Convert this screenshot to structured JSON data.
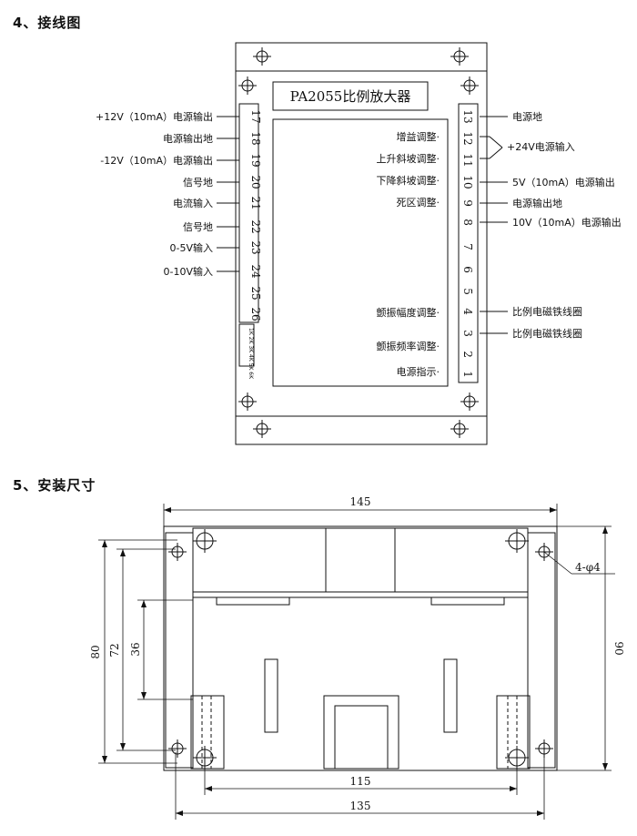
{
  "headings": {
    "wiring": "4、接线图",
    "mounting": "5、安装尺寸"
  },
  "wiring": {
    "title": "PA2055比例放大器",
    "left_pins": [
      {
        "num": "17",
        "label": "+12V（10mA）电源输出"
      },
      {
        "num": "18",
        "label": "电源输出地"
      },
      {
        "num": "19",
        "label": "-12V（10mA）电源输出"
      },
      {
        "num": "20",
        "label": "信号地"
      },
      {
        "num": "21",
        "label": "电流输入"
      },
      {
        "num": "22",
        "label": "信号地"
      },
      {
        "num": "23",
        "label": "0-5V输入"
      },
      {
        "num": "24",
        "label": "0-10V输入"
      },
      {
        "num": "25",
        "label": ""
      },
      {
        "num": "26",
        "label": ""
      }
    ],
    "right_pins": [
      {
        "num": "13",
        "label": "电源地"
      },
      {
        "num": "12",
        "label": ""
      },
      {
        "num": "11",
        "label": ""
      },
      {
        "num": "10",
        "label": "5V（10mA）电源输出"
      },
      {
        "num": "9",
        "label": "电源输出地"
      },
      {
        "num": "8",
        "label": "10V（10mA）电源输出"
      },
      {
        "num": "7",
        "label": ""
      },
      {
        "num": "6",
        "label": ""
      },
      {
        "num": "5",
        "label": ""
      },
      {
        "num": "4",
        "label": "比例电磁铁线圈"
      },
      {
        "num": "3",
        "label": "比例电磁铁线圈"
      },
      {
        "num": "2",
        "label": ""
      },
      {
        "num": "1",
        "label": ""
      }
    ],
    "brace_label": "+24V电源输入",
    "panel_labels": [
      "增益调整·",
      "上升斜坡调整·",
      "下降斜坡调整·",
      "死区调整·",
      "颤振幅度调整·",
      "颤振频率调整·",
      "电源指示·"
    ],
    "small_strip": "1K 2K 3K 4K 5K 6K"
  },
  "mounting": {
    "dims": {
      "width_top": "145",
      "height_left_outer": "80",
      "height_left_mid": "72",
      "height_left_inner": "36",
      "height_right": "90",
      "bottom_inner": "115",
      "bottom_outer": "135",
      "holes": "4-φ4"
    }
  }
}
